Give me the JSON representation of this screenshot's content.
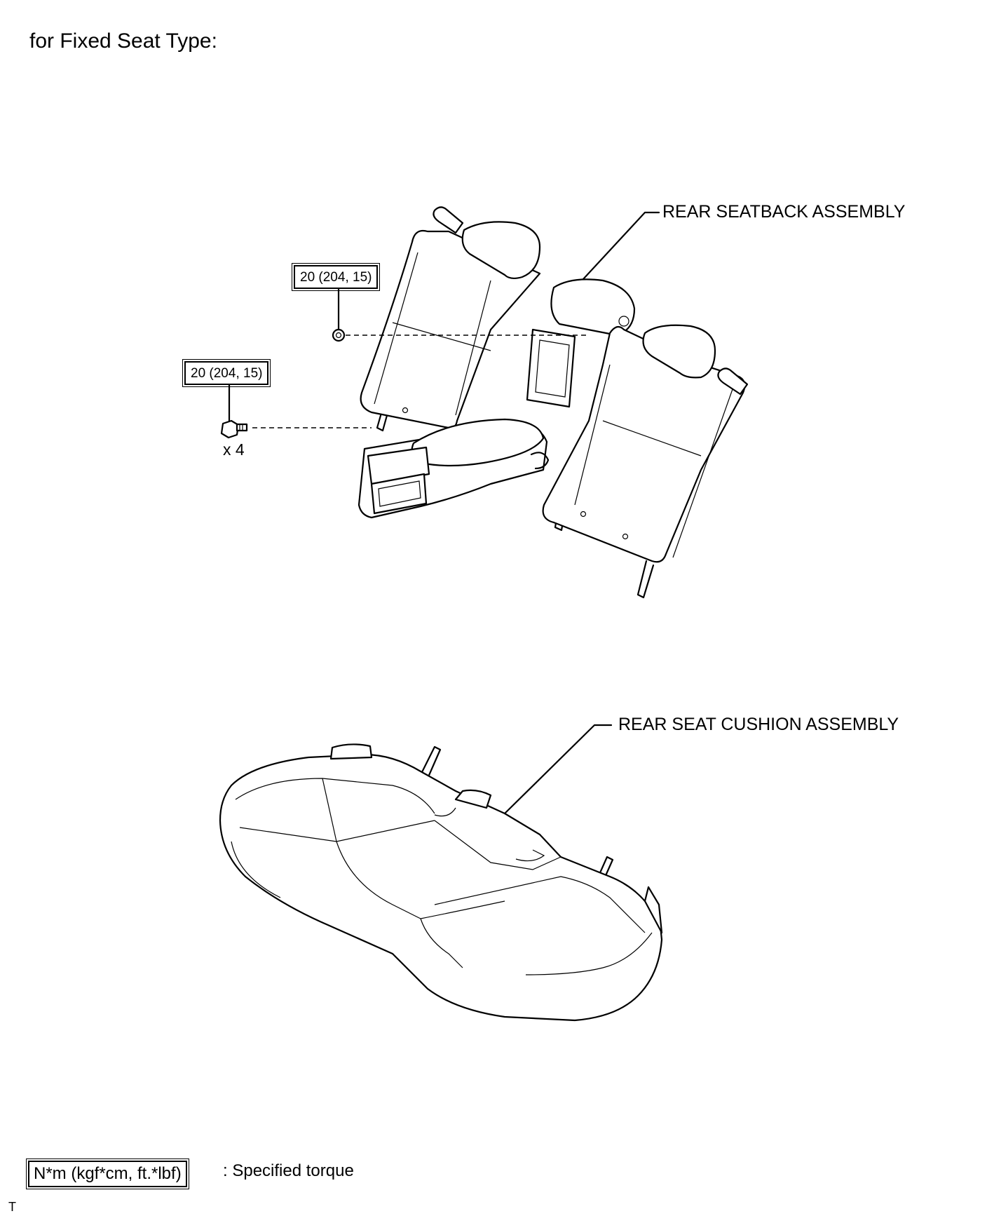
{
  "title": "for Fixed Seat Type:",
  "labels": {
    "seatback": "REAR SEATBACK ASSEMBLY",
    "cushion": "REAR SEAT CUSHION ASSEMBLY"
  },
  "torque_callouts": [
    {
      "value": "20 (204, 15)"
    },
    {
      "value": "20 (204, 15)",
      "quantity": "x 4"
    }
  ],
  "legend": {
    "unit_box": "N*m (kgf*cm, ft.*lbf)",
    "description": ": Specified torque"
  },
  "corner_mark": "T"
}
